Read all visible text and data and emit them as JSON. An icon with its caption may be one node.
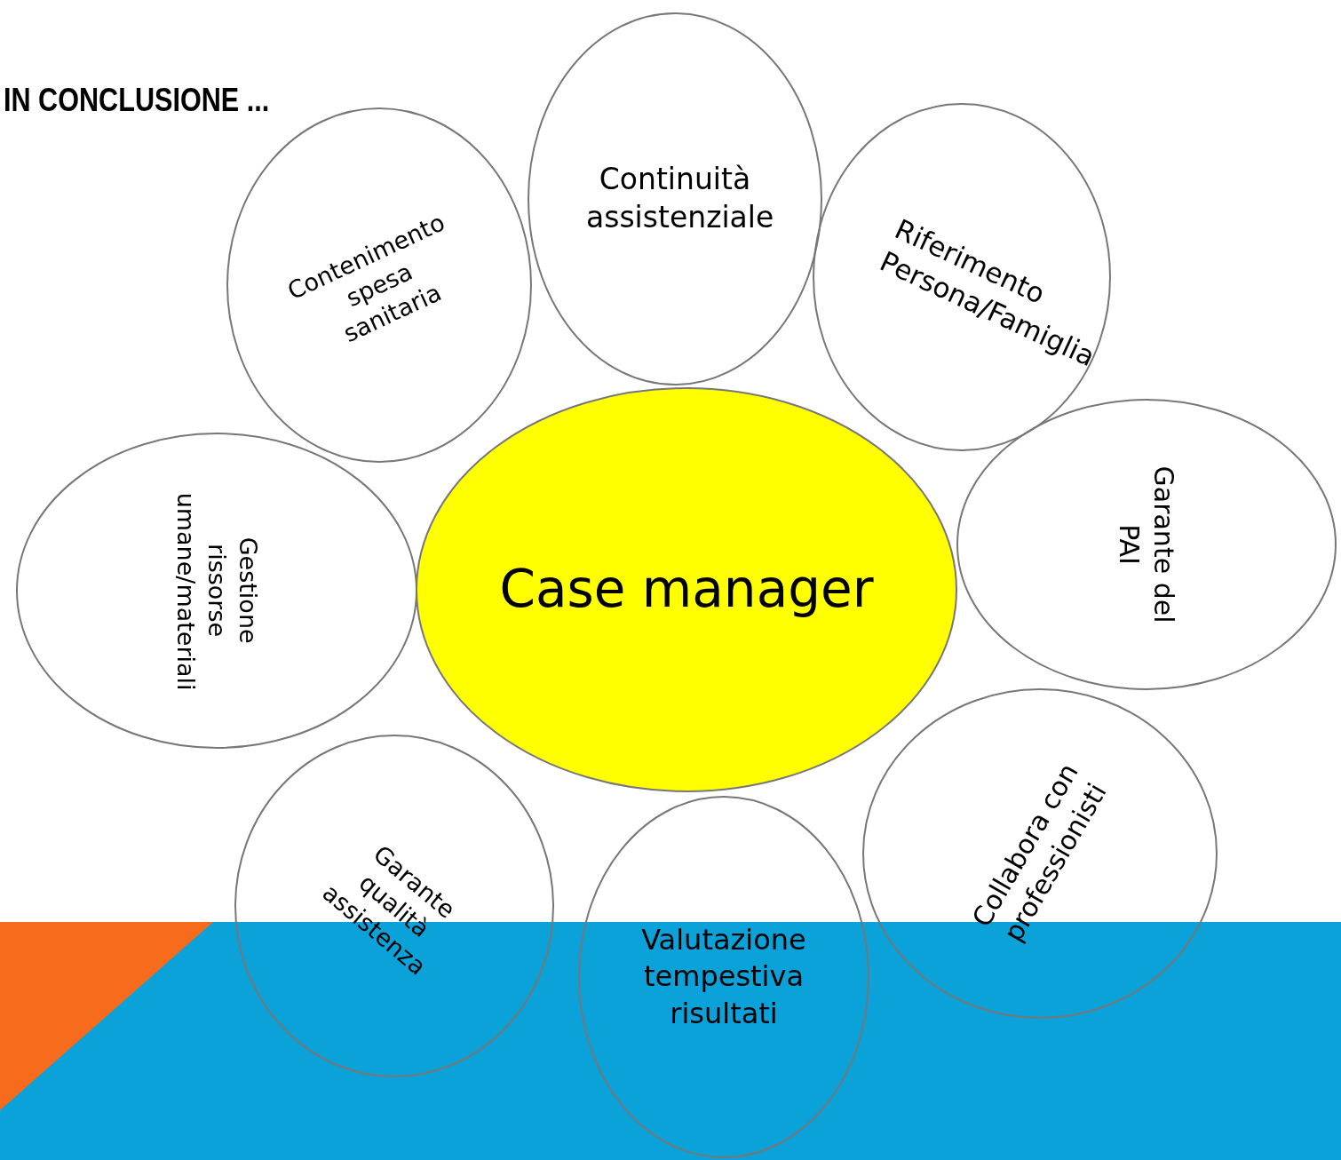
{
  "diagram": {
    "title": "IN CONCLUSIONE ...",
    "nodes": [
      {
        "text": [
          "Case manager"
        ]
      },
      {
        "text": [
          "Continuità assistenziale"
        ]
      },
      {
        "text": [
          "Riferimento Persona/Famiglia"
        ]
      },
      {
        "text": [
          "Garante del PAI"
        ]
      },
      {
        "text": [
          "Collabora con professionisti"
        ]
      },
      {
        "text": [
          "Valutazione tempestiva risultati"
        ]
      },
      {
        "text": [
          "Garante qualità assistenza"
        ]
      },
      {
        "text": [
          "Gestione rissorse umane/materiali"
        ]
      },
      {
        "text": [
          "Contenimento spesa sanitaria"
        ]
      }
    ]
  }
}
